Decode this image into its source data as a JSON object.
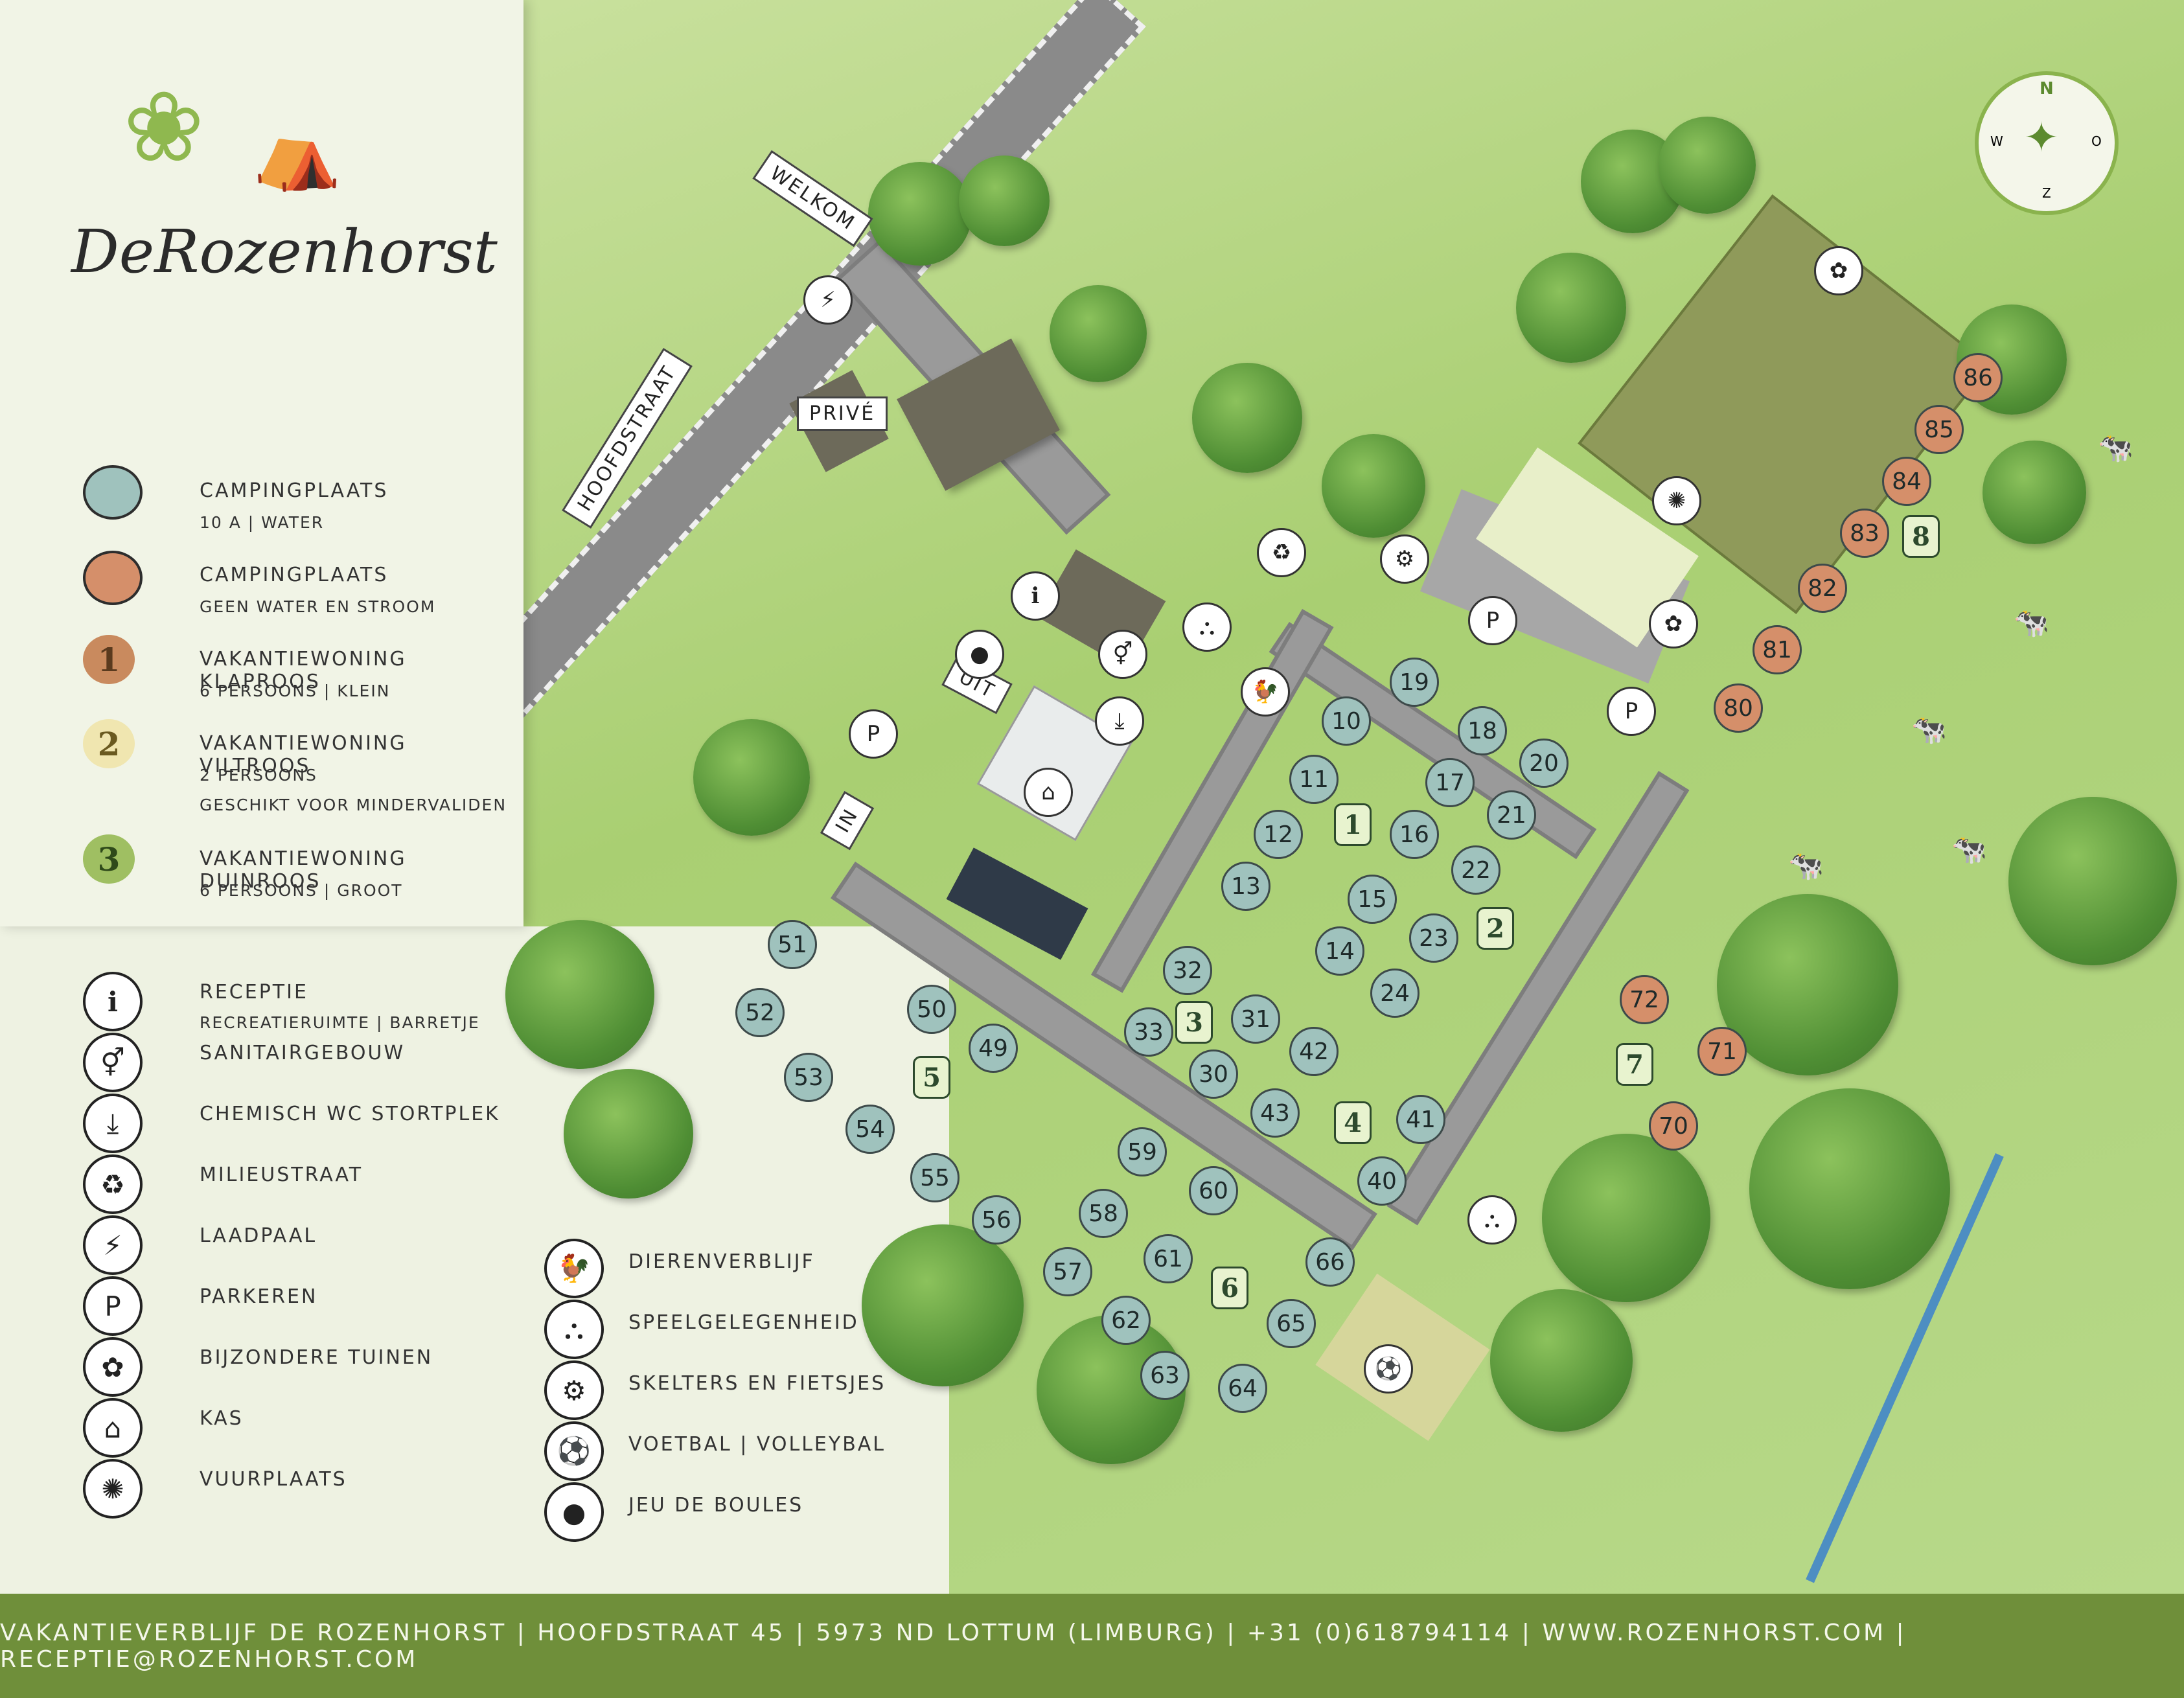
{
  "brand": {
    "name_part1": "De",
    "name_part2": "Rozenhorst"
  },
  "signs": {
    "welkom": "WELKOM",
    "prive": "PRIVÉ",
    "hoofdstraat": "HOOFDSTRAAT",
    "uit": "UIT",
    "in": "IN"
  },
  "compass": {
    "n": "N",
    "o": "O",
    "z": "Z",
    "w": "W"
  },
  "legend": {
    "camping_blue": {
      "title": "CAMPINGPLAATS",
      "sub": "10 A | WATER"
    },
    "camping_orange": {
      "title": "CAMPINGPLAATS",
      "sub": "GEEN WATER EN STROOM"
    },
    "house1": {
      "num": "1",
      "title": "VAKANTIEWONING KLAPROOS",
      "sub": "6 PERSOONS | KLEIN"
    },
    "house2": {
      "num": "2",
      "title": "VAKANTIEWONING VILTROOS",
      "sub": "2 PERSOONS",
      "sub2": "GESCHIKT VOOR MINDERVALIDEN"
    },
    "house3": {
      "num": "3",
      "title": "VAKANTIEWONING DUINROOS",
      "sub": "6 PERSOONS | GROOT"
    },
    "icons_left": [
      {
        "label": "RECEPTIE",
        "sub": "RECREATIERUIMTE | BARRETJE",
        "icon": "reception-icon"
      },
      {
        "label": "SANITAIRGEBOUW",
        "sub": "",
        "icon": "toilet-icon"
      },
      {
        "label": "CHEMISCH WC STORTPLEK",
        "sub": "",
        "icon": "chemical-wc-icon"
      },
      {
        "label": "MILIEUSTRAAT",
        "sub": "",
        "icon": "waste-bin-icon"
      },
      {
        "label": "LAADPAAL",
        "sub": "",
        "icon": "charging-icon"
      },
      {
        "label": "PARKEREN",
        "sub": "",
        "icon": "parking-icon"
      },
      {
        "label": "BIJZONDERE TUINEN",
        "sub": "",
        "icon": "garden-icon"
      },
      {
        "label": "KAS",
        "sub": "",
        "icon": "greenhouse-icon"
      },
      {
        "label": "VUURPLAATS",
        "sub": "",
        "icon": "fireplace-icon"
      }
    ],
    "icons_right": [
      {
        "label": "DIERENVERBLIJF",
        "icon": "animal-icon"
      },
      {
        "label": "SPEELGELEGENHEID",
        "icon": "playground-icon"
      },
      {
        "label": "SKELTERS EN FIETSJES",
        "icon": "go-kart-icon"
      },
      {
        "label": "VOETBAL | VOLLEYBAL",
        "icon": "ball-icon"
      },
      {
        "label": "JEU DE BOULES",
        "icon": "boules-icon"
      }
    ]
  },
  "icon_glyphs": {
    "reception": "ℹ",
    "toilet": "⚥",
    "chemical": "⤓",
    "waste": "♻",
    "charging": "⚡",
    "parking": "P",
    "garden": "✿",
    "greenhouse": "⌂",
    "fire": "✺",
    "animal": "🐓",
    "play": "⛬",
    "kart": "⚙",
    "ball": "⚽",
    "boules": "●"
  },
  "pitches_blue": [
    "10",
    "11",
    "12",
    "13",
    "14",
    "15",
    "16",
    "17",
    "18",
    "19",
    "20",
    "21",
    "22",
    "23",
    "24",
    "30",
    "31",
    "32",
    "33",
    "40",
    "41",
    "42",
    "43",
    "49",
    "50",
    "51",
    "52",
    "53",
    "54",
    "55",
    "56",
    "57",
    "58",
    "59",
    "60",
    "61",
    "62",
    "63",
    "64",
    "65",
    "66"
  ],
  "pitches_orange": [
    "70",
    "71",
    "72",
    "80",
    "81",
    "82",
    "83",
    "84",
    "85",
    "86"
  ],
  "sections": [
    "1",
    "2",
    "3",
    "4",
    "5",
    "6",
    "7",
    "8"
  ],
  "footer": {
    "text": "VAKANTIEVERBLIJF DE ROZENHORST | HOOFDSTRAAT 45 | 5973 ND LOTTUM (LIMBURG) | +31 (0)618794114 | WWW.ROZENHORST.COM | RECEPTIE@ROZENHORST.COM"
  }
}
